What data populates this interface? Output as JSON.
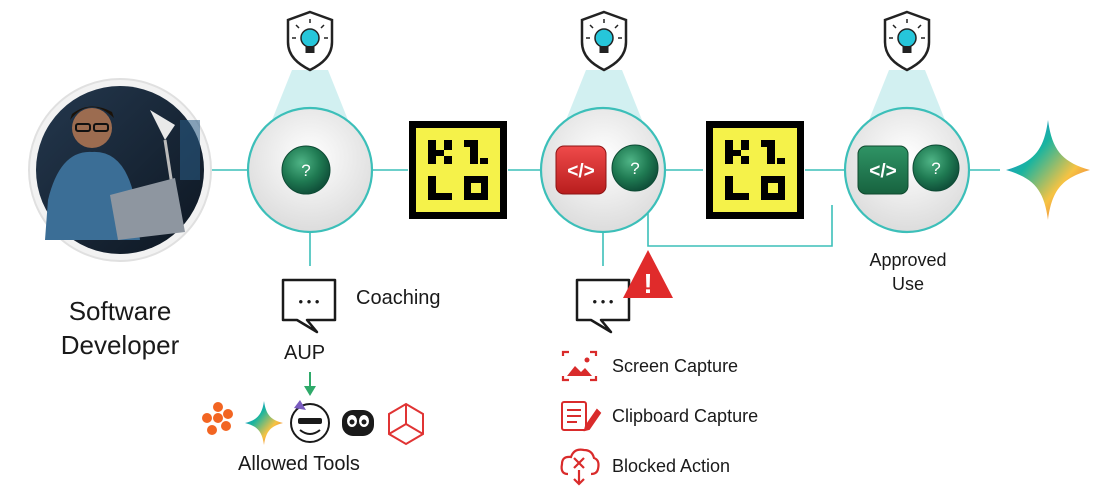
{
  "actor": {
    "line1": "Software",
    "line2": "Developer"
  },
  "coaching": {
    "label": "Coaching",
    "aup": "AUP"
  },
  "tools": {
    "label": "Allowed  Tools"
  },
  "question_mark": "?",
  "code_glyph": "</>",
  "alert_glyph": "!",
  "chat_dots": "• • •",
  "approved": {
    "line1": "Approved",
    "line2": "Use"
  },
  "actions": {
    "screen": "Screen Capture",
    "clipboard": "Clipboard Capture",
    "blocked": "Blocked Action"
  },
  "colors": {
    "teal": "#3cbfb9",
    "beam": "#cdeef0",
    "green": "#1f7a52",
    "red": "#d92b2b",
    "logo_yellow": "#f5f24a",
    "bulb": "#26c6da"
  },
  "icons": [
    "shield-bulb-icon",
    "kilo-logo-icon",
    "gemini-star-icon",
    "chat-bubble-icon",
    "warning-icon",
    "screen-capture-icon",
    "clipboard-capture-icon",
    "blocked-action-icon"
  ]
}
